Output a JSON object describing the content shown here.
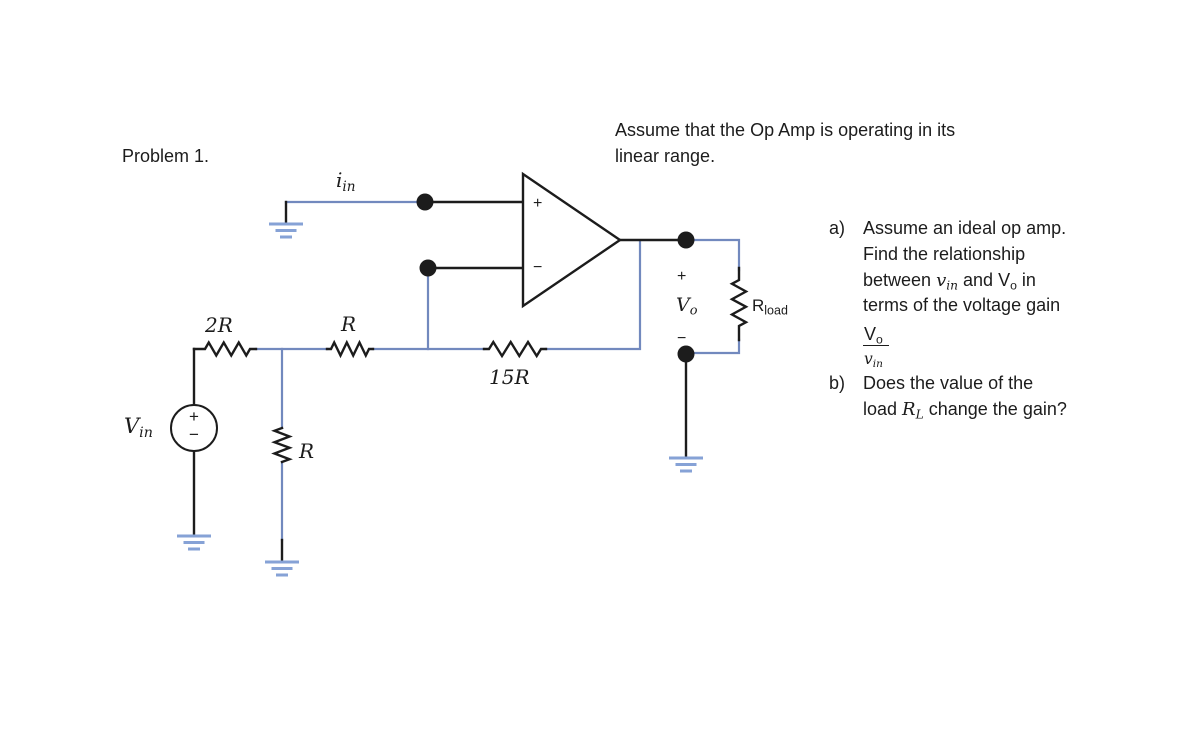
{
  "colors": {
    "background": "#ffffff",
    "ink": "#1c1c1c",
    "wire_blue": "#7289be",
    "ground_blue": "#86a2d6"
  },
  "title": "Problem 1.",
  "note": {
    "line1": "Assume that the Op Amp is operating in its",
    "line2": "linear range."
  },
  "circuit": {
    "current_label": {
      "base": "i",
      "sub": "in"
    },
    "source_label": {
      "base": "V",
      "sub": "in"
    },
    "source_plus": "+",
    "source_minus": "−",
    "resistor_2r": "2R",
    "resistor_series": "R",
    "resistor_shunt": "R",
    "resistor_feedback": "15R",
    "opamp_plus": "+",
    "opamp_minus": "−",
    "output_label": {
      "base": "V",
      "sub": "o"
    },
    "output_plus": "+",
    "output_minus": "−",
    "load_label": {
      "base": "R",
      "sub": "load"
    }
  },
  "questions": {
    "a": {
      "marker": "a)",
      "line1": "Assume an ideal op amp.",
      "line2": "Find the relationship",
      "line3": {
        "pre": "between ",
        "vin_base": "v",
        "vin_sub": "in",
        "mid": " and V",
        "vo_sub": "o",
        "post": " in"
      },
      "line4": "terms of the voltage gain",
      "fraction": {
        "num_base": "V",
        "num_sub": "o",
        "den_base": "v",
        "den_sub": "in"
      }
    },
    "b": {
      "marker": "b)",
      "line1": "Does the value of the",
      "line2": {
        "pre": "load ",
        "r_base": "R",
        "r_sub": "L",
        "post": " change the gain?"
      }
    }
  }
}
